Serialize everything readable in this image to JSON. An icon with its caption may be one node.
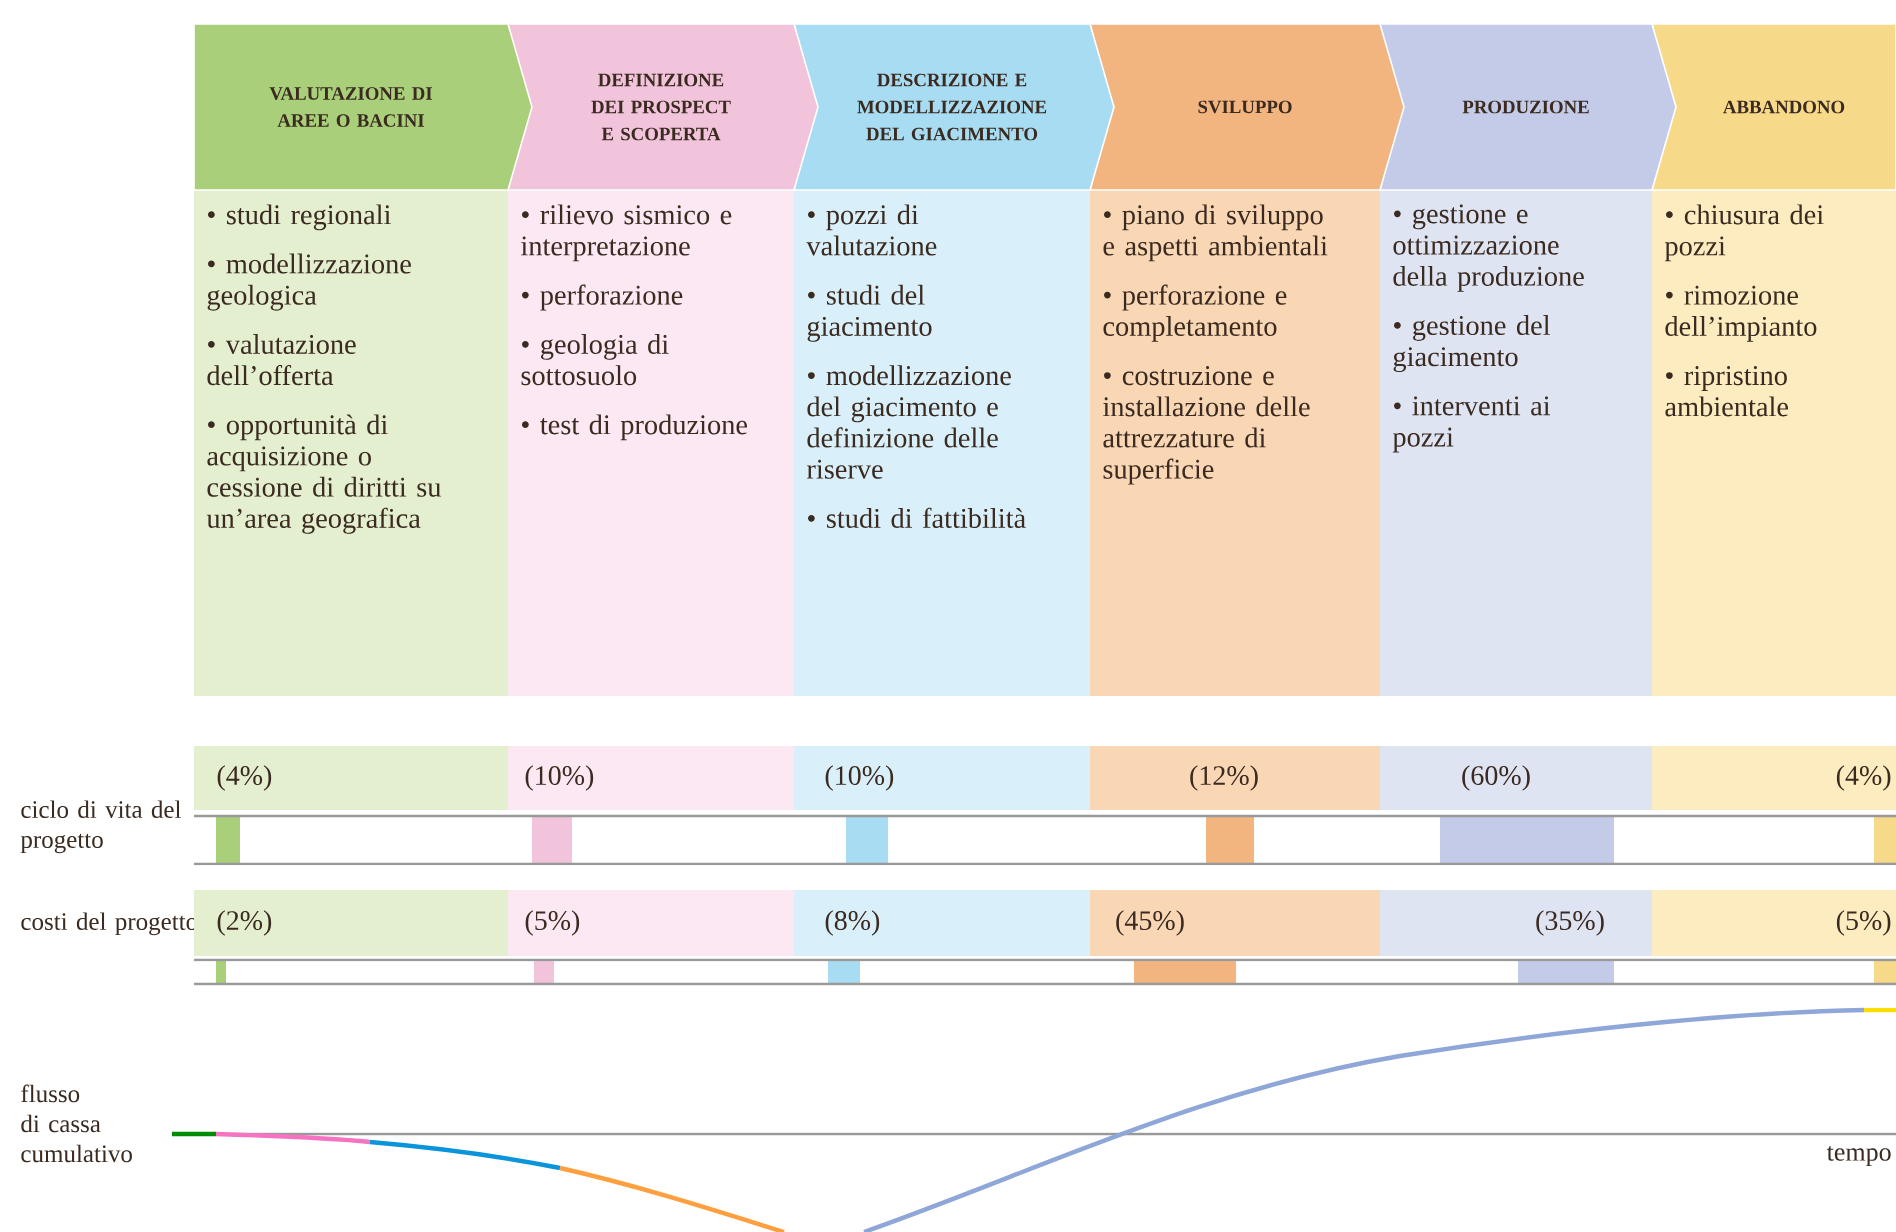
{
  "diagram": {
    "nodes": [
      {
        "text": [
          "VALUTAZIONE DI AREE O BACINI"
        ]
      },
      {
        "text": [
          "DEFINIZIONE DEI PROSPECT E SCOPERTA"
        ]
      },
      {
        "text": [
          "DESCRIZIONE E MODELLIZZAZIONE DEL GIACIMENTO"
        ]
      },
      {
        "text": [
          "SVILUPPO"
        ]
      },
      {
        "text": [
          "PRODUZIONE"
        ]
      },
      {
        "text": [
          "ABBANDONO"
        ]
      },
      {
        "text": [
          "• studi regionali",
          "• modellizzazione geologica",
          "• valutazione dell’offerta",
          "• opportunità di acquisizione o cessione di diritti su un’area geografica"
        ]
      },
      {
        "text": [
          "• rilievo sismico e interpretazione",
          "• perforazione",
          "• geologia di sottosuolo",
          "• test di produzione"
        ]
      },
      {
        "text": [
          "• pozzi di valutazione",
          "• studi del giacimento",
          "• modellizzazione del giacimento e definizione delle riserve",
          "• studi di fattibilità"
        ]
      },
      {
        "text": [
          "• piano di sviluppo e aspetti ambientali",
          "• perforazione e completamento",
          "• costruzione e installazione delle attrezzature di superficie"
        ]
      },
      {
        "text": [
          "• gestione e ottimizzazione della produzione",
          "• gestione del giacimento",
          "• interventi ai pozzi"
        ]
      },
      {
        "text": [
          "• chiusura dei pozzi",
          "• rimozione dell’impianto",
          "• ripristino ambientale"
        ]
      }
    ],
    "labels": [
      "ciclo di vita del progetto",
      "(4%)",
      "(10%)",
      "(10%)",
      "(12%)",
      "(60%)",
      "(4%)",
      "costi del progetto",
      "(2%)",
      "(5%)",
      "(8%)",
      "(45%)",
      "(35%)",
      "(5%)",
      "flusso di cassa cumulativo",
      "tempo"
    ]
  }
}
